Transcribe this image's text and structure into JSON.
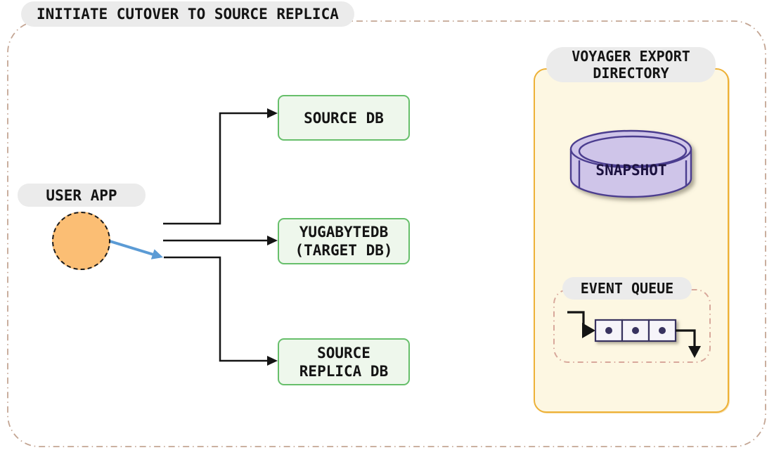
{
  "title": {
    "label": "INITIATE CUTOVER TO SOURCE REPLICA"
  },
  "user_app": {
    "label": "USER APP"
  },
  "databases": {
    "source_db": {
      "lines": [
        "SOURCE DB"
      ]
    },
    "target_db": {
      "lines": [
        "YUGABYTEDB",
        "(TARGET DB)"
      ]
    },
    "source_replica_db": {
      "lines": [
        "SOURCE",
        "REPLICA DB"
      ]
    }
  },
  "voyager_export": {
    "label_lines": [
      "VOYAGER EXPORT",
      "DIRECTORY"
    ],
    "snapshot": {
      "label": "SNAPSHOT"
    },
    "event_queue": {
      "label": "EVENT QUEUE",
      "cell_count": 3
    }
  },
  "colors": {
    "canvas-bg": "#ffffff",
    "outer-dash": "#c4a694",
    "pill-bg": "#ebebeb",
    "pill-text": "#141414",
    "circle-fill": "#fbbe74",
    "line-black": "#141414",
    "arrow-blue": "#5b9bd5",
    "box-green-fill": "#eef7ec",
    "box-green-border": "#67bf6b",
    "container-yellow-fill": "#fdf7e2",
    "container-yellow-border": "#edb137",
    "cylinder-fill": "#cfc5e9",
    "cylinder-border": "#4c3d8f",
    "snapshot-text": "#1c1240",
    "queue-dash-border": "#d8a89b",
    "queue-cell-fill": "#f6f4f9",
    "queue-cell-border": "#39335e"
  }
}
